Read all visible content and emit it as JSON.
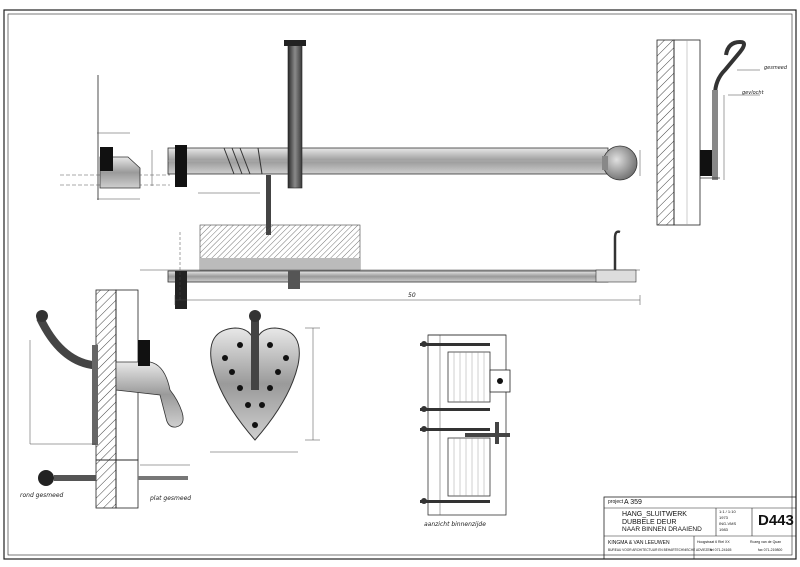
{
  "title_block": {
    "project_label": "project",
    "project_number": "A 359",
    "title_line1": "HANG_SLUITWERK",
    "title_line2": "DUBBELE DEUR",
    "title_line3": "NAAR BINNEN DRAAIEND",
    "drawing_number": "D443",
    "firm_name": "KINGMA & VAN LEEUWEN",
    "firm_subtitle": "BUREAU VOOR ARCHITECTUUR EN BEHARTECHNISCHE ADVIEZEN",
    "address_1": "Hoogstraat 6  Riel XX",
    "address_2": "Rozeg van de Quan",
    "phone_1": "tel 071-24165",
    "phone_2": "fax 071-219800",
    "meta_scale": "1:1 / 1:10",
    "meta_date": "1973",
    "meta_drawn": "ING-VMS",
    "meta_checked": "1983"
  },
  "annotations": {
    "top_right_a": "gesmeed",
    "top_right_b": "gevlocht",
    "length_50": "50",
    "elevation_caption": "aanzicht binnenzijde",
    "round_forged": "rond gesmeed",
    "flat_forged": "plat gesmeed"
  }
}
